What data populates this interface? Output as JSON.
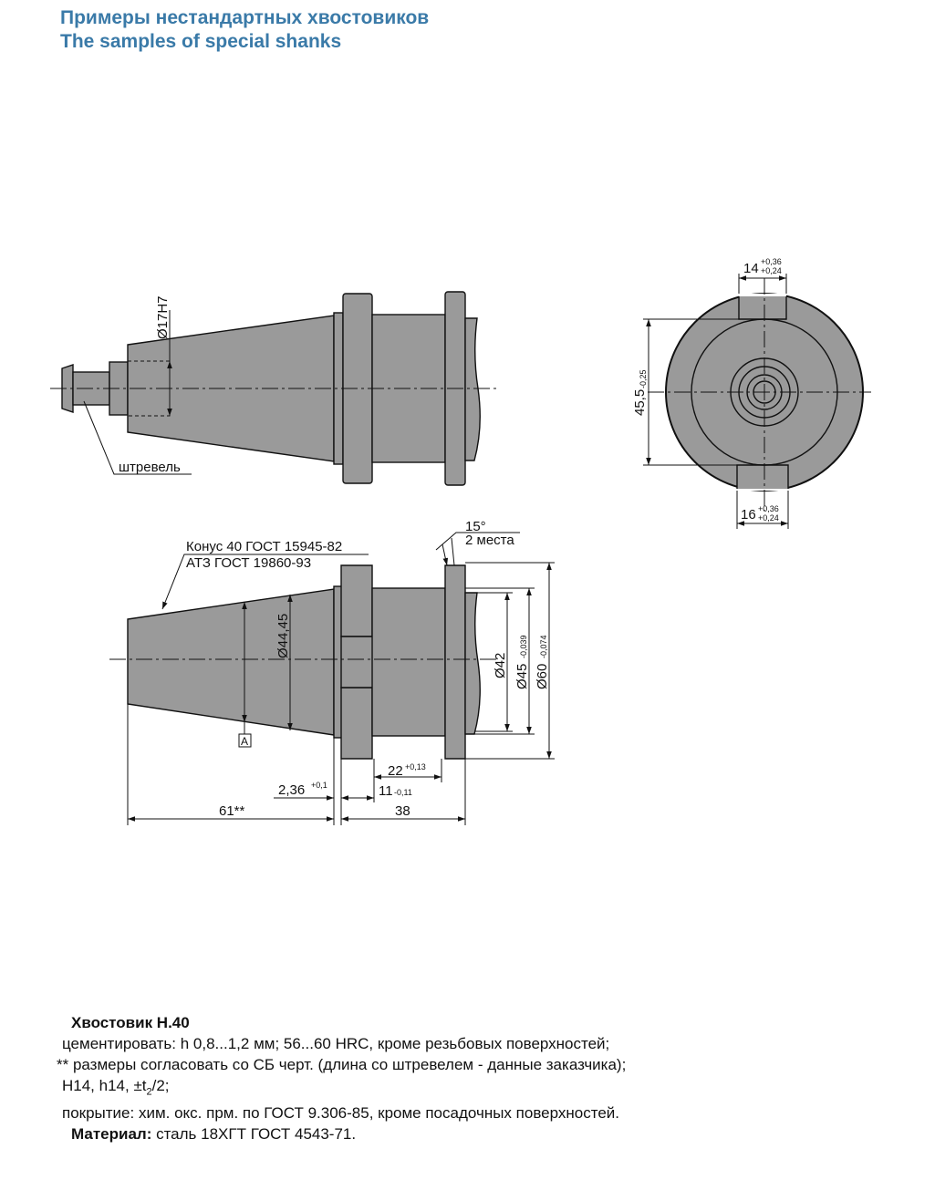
{
  "header": {
    "title_ru": "Примеры нестандартных хвостовиков",
    "title_en": "The samples of special shanks"
  },
  "colors": {
    "title": "#3a7aa8",
    "part_fill": "#9a9a9a",
    "line": "#111111"
  },
  "drawing_top": {
    "bore_label": "Ø17H7",
    "pull_stud_label": "штревель"
  },
  "drawing_end": {
    "key_top": "14",
    "key_top_tol_up": "+0,36",
    "key_top_tol_low": "+0,24",
    "key_bottom": "16",
    "key_bottom_tol_up": "+0,36",
    "key_bottom_tol_low": "+0,24",
    "height": "45,5",
    "height_tol": "-0,25"
  },
  "drawing_bottom": {
    "angle": "15°",
    "angle_places": "2 места",
    "cone_label": "Конус 40 ГОСТ 15945-82",
    "cone_label_2": "АТЗ ГОСТ 19860-93",
    "d1": "Ø44,45",
    "datum": "A",
    "d2": "Ø42",
    "d3": "Ø45",
    "d3_tol": "-0,039",
    "d4": "Ø60",
    "d4_tol": "-0,074",
    "dim_22": "22",
    "dim_22_tol": "+0,13",
    "dim_236": "2,36",
    "dim_236_tol": "+0,1",
    "dim_11": "11",
    "dim_11_tol": "-0,11",
    "dim_61": "61**",
    "dim_38": "38"
  },
  "notes": {
    "heading": "Хвостовик Н.40",
    "line1": "цементировать: h 0,8...1,2 мм; 56...60 HRC, кроме резьбовых поверхностей;",
    "line2": "** размеры согласовать со СБ черт. (длина со штревелем - данные заказчика);",
    "line3_a": "Н14, h14, ±t",
    "line3_sub": "2",
    "line3_b": "/2;",
    "line4": "покрытие: хим. окс. прм. по ГОСТ 9.306-85, кроме посадочных поверхностей.",
    "material_label": "Материал:",
    "material_value": " сталь 18ХГТ ГОСТ 4543-71."
  }
}
